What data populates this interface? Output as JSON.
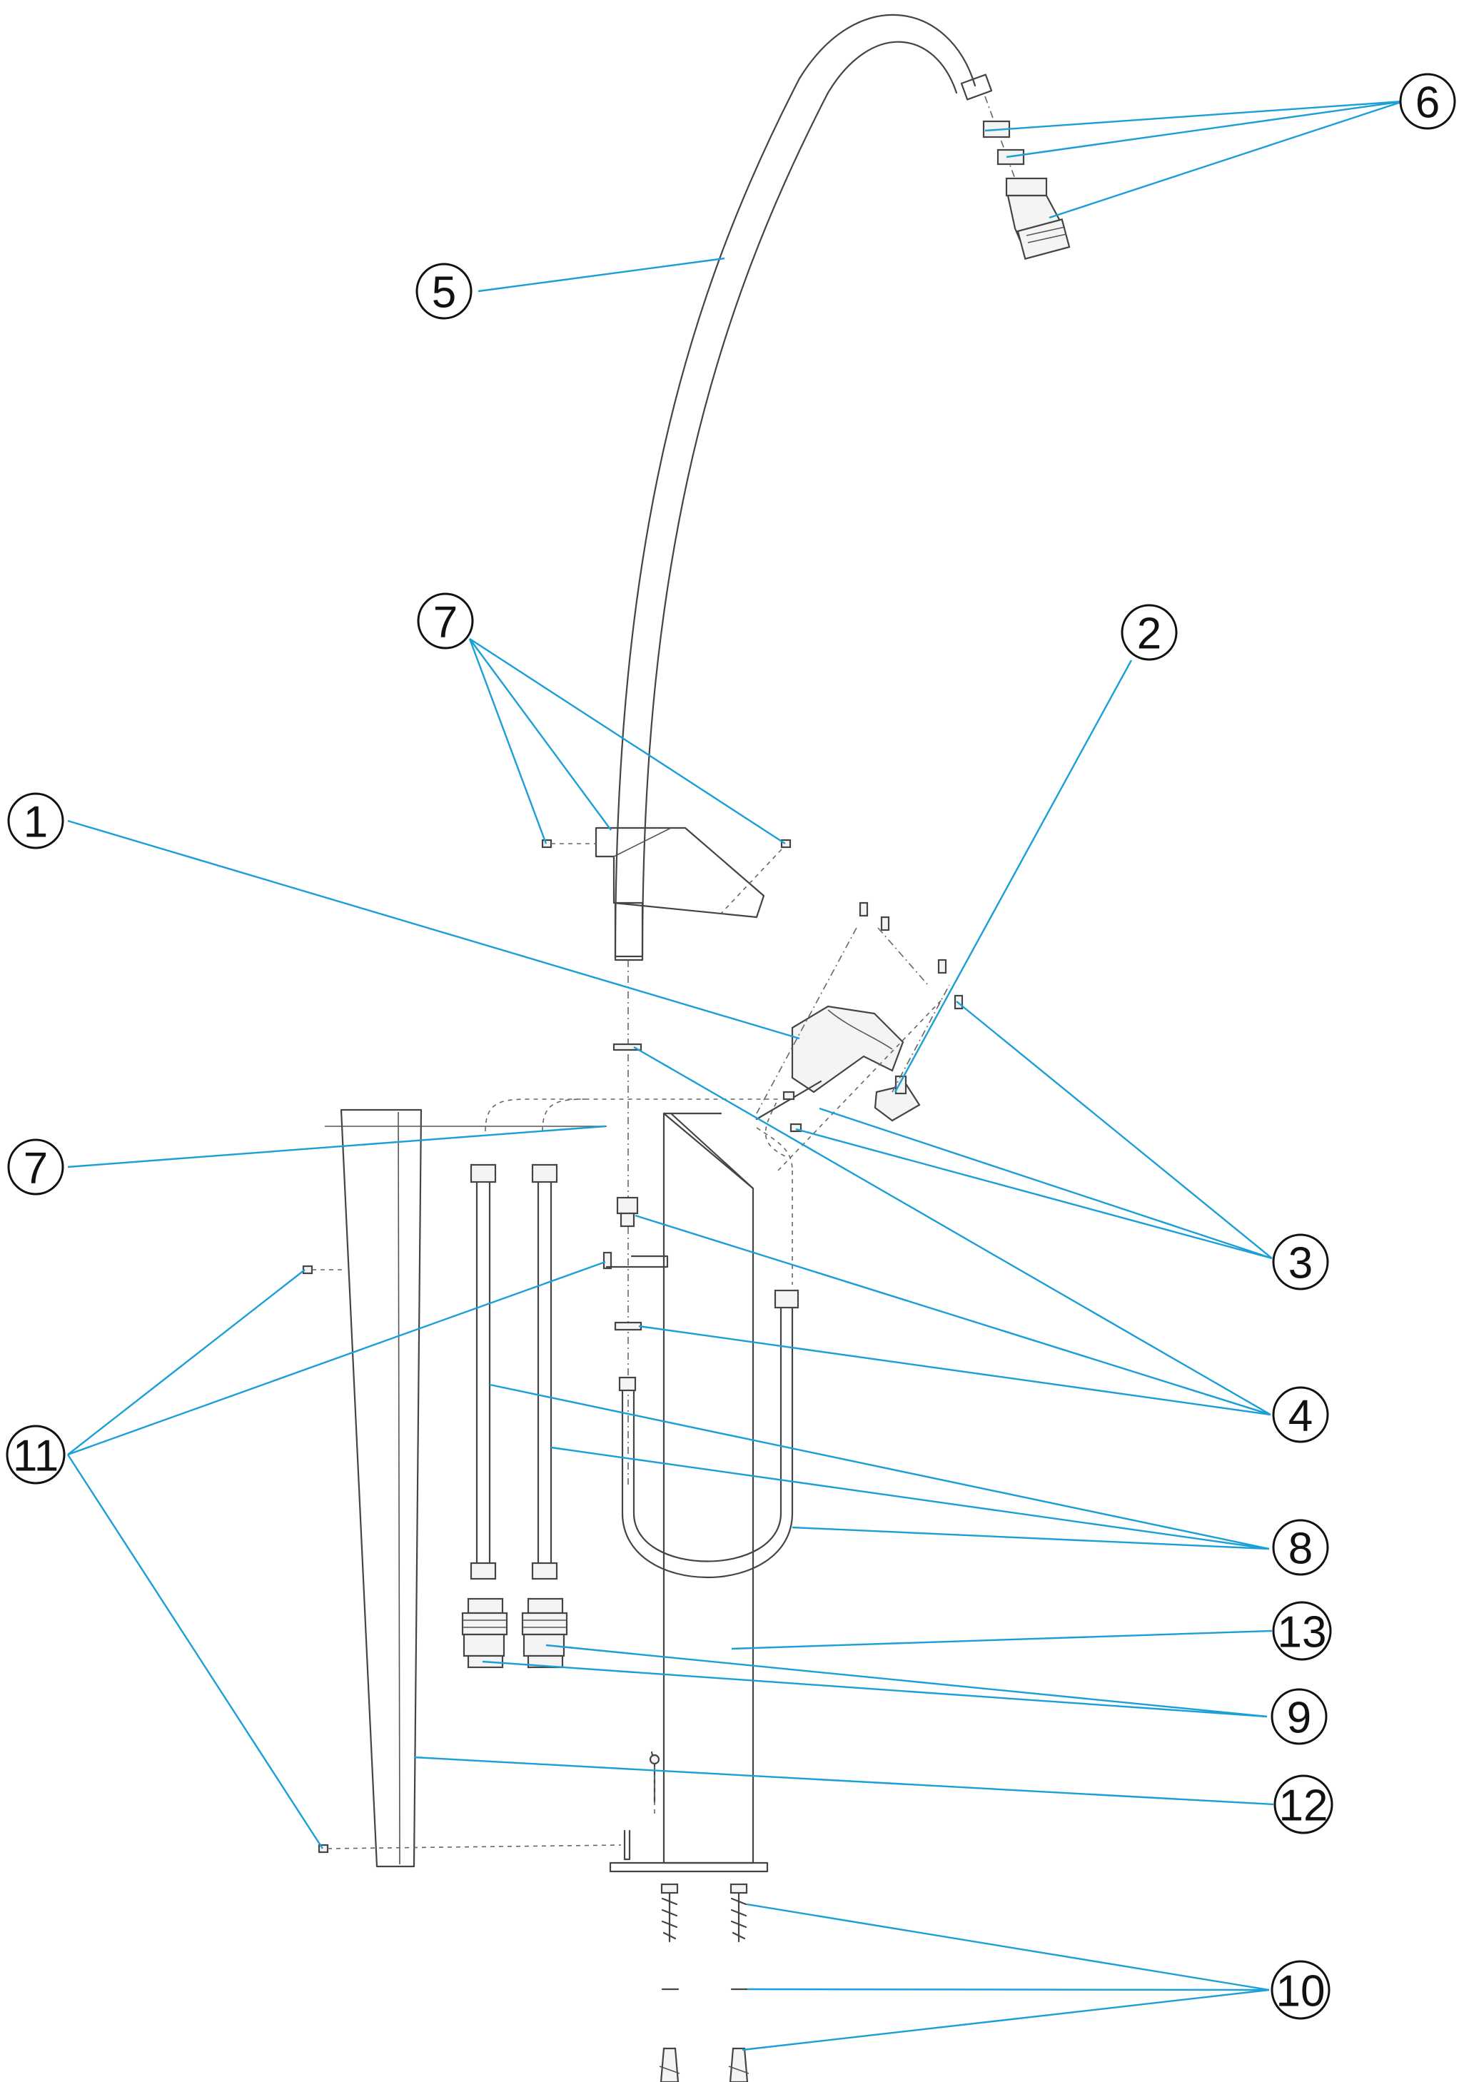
{
  "diagram": {
    "leader_color": "#1a9fd6",
    "callouts": [
      {
        "id": "c6",
        "label": "6"
      },
      {
        "id": "c5",
        "label": "5"
      },
      {
        "id": "c7a",
        "label": "7"
      },
      {
        "id": "c2",
        "label": "2"
      },
      {
        "id": "c1",
        "label": "1"
      },
      {
        "id": "c7b",
        "label": "7"
      },
      {
        "id": "c3",
        "label": "3"
      },
      {
        "id": "c11",
        "label": "11"
      },
      {
        "id": "c4",
        "label": "4"
      },
      {
        "id": "c8",
        "label": "8"
      },
      {
        "id": "c13",
        "label": "13"
      },
      {
        "id": "c9",
        "label": "9"
      },
      {
        "id": "c12",
        "label": "12"
      },
      {
        "id": "c10",
        "label": "10"
      }
    ]
  }
}
